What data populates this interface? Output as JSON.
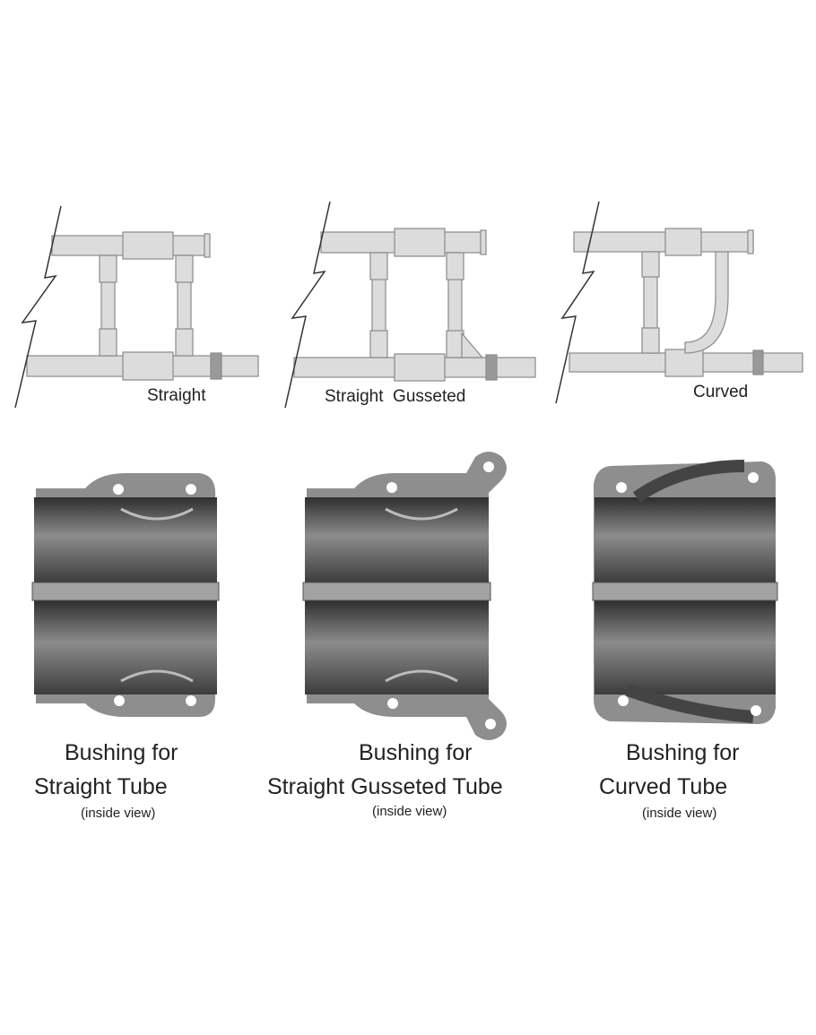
{
  "diagrams": [
    {
      "label": "Straight"
    },
    {
      "label": "Straight  Gusseted"
    },
    {
      "label": "Curved"
    }
  ],
  "bushings": [
    {
      "line1": "Bushing for",
      "line2": "Straight Tube",
      "note": "(inside view)"
    },
    {
      "line1": "Bushing for",
      "line2": "Straight Gusseted Tube",
      "note": "(inside view)"
    },
    {
      "line1": "Bushing for",
      "line2": "Curved Tube",
      "note": "(inside view)"
    }
  ],
  "colors": {
    "tube_fill": "#dcdcdc",
    "tube_stroke": "#8a8a8a",
    "bushing_dark": "#3a3a3a",
    "bushing_light": "#9a9a9a"
  }
}
